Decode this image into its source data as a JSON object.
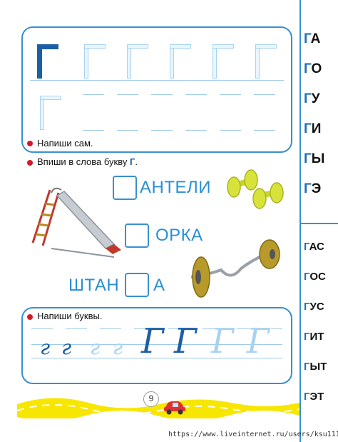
{
  "syllables": [
    {
      "consonant": "Г",
      "vowel": "А"
    },
    {
      "consonant": "Г",
      "vowel": "О"
    },
    {
      "consonant": "Г",
      "vowel": "У"
    },
    {
      "consonant": "Г",
      "vowel": "И"
    },
    {
      "consonant": "Г",
      "vowel": "Ы"
    },
    {
      "consonant": "Г",
      "vowel": "Э"
    }
  ],
  "words": [
    {
      "consonant": "Г",
      "rest": "АС"
    },
    {
      "consonant": "Г",
      "rest": "ОС"
    },
    {
      "consonant": "Г",
      "rest": "УС"
    },
    {
      "consonant": "Г",
      "rest": "ИТ"
    },
    {
      "consonant": "Г",
      "rest": "ЫТ"
    },
    {
      "consonant": "Г",
      "rest": "ЭТ"
    }
  ],
  "section1": {
    "instruction": "Напиши сам."
  },
  "section2": {
    "instruction_prefix": "Впиши  в слова букву ",
    "instruction_letter": "Г",
    "instruction_suffix": ".",
    "word1_suffix": "АНТЕЛИ",
    "word2_suffix": "ОРКА",
    "word3_prefix": "ШТАН",
    "word3_suffix": "А"
  },
  "section3": {
    "instruction": "Напиши буквы.",
    "lower_dark": "г",
    "lower_light": "г",
    "upper_dark": "Г",
    "upper_light": "Г"
  },
  "page_number": "9",
  "source_url": "https://www.liveinternet.ru/users/ksu11111/",
  "colors": {
    "accent_blue": "#3a8fd0",
    "letter_blue": "#1b5fa6",
    "trace_blue": "#a8d3f0",
    "bullet_red": "#d4192b",
    "wave_yellow": "#f7e600"
  }
}
